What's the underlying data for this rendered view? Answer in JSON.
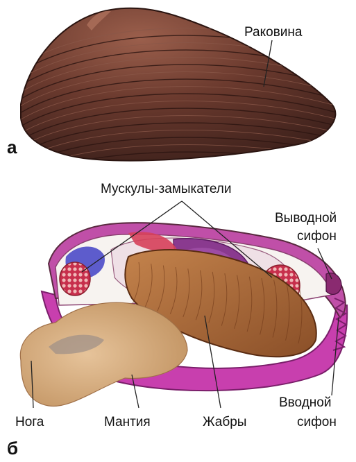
{
  "panel_a": {
    "letter": "а",
    "labels": {
      "shell": "Раковина"
    }
  },
  "panel_b": {
    "letter": "б",
    "labels": {
      "adductors": "Мускулы-замыкатели",
      "exhalant_line1": "Выводной",
      "exhalant_line2": "сифон",
      "inhalant_line1": "Вводной",
      "inhalant_line2": "сифон",
      "foot": "Нога",
      "mantle": "Мантия",
      "gills": "Жабры"
    }
  },
  "colors": {
    "shell_dark": "#3a1f1a",
    "shell_mid": "#6b3a2e",
    "mantle": "#c83fae",
    "gills": "#a5673a",
    "muscle": "#d6405a",
    "visceral": "#8a3a8f",
    "foot": "#cfa57a"
  }
}
